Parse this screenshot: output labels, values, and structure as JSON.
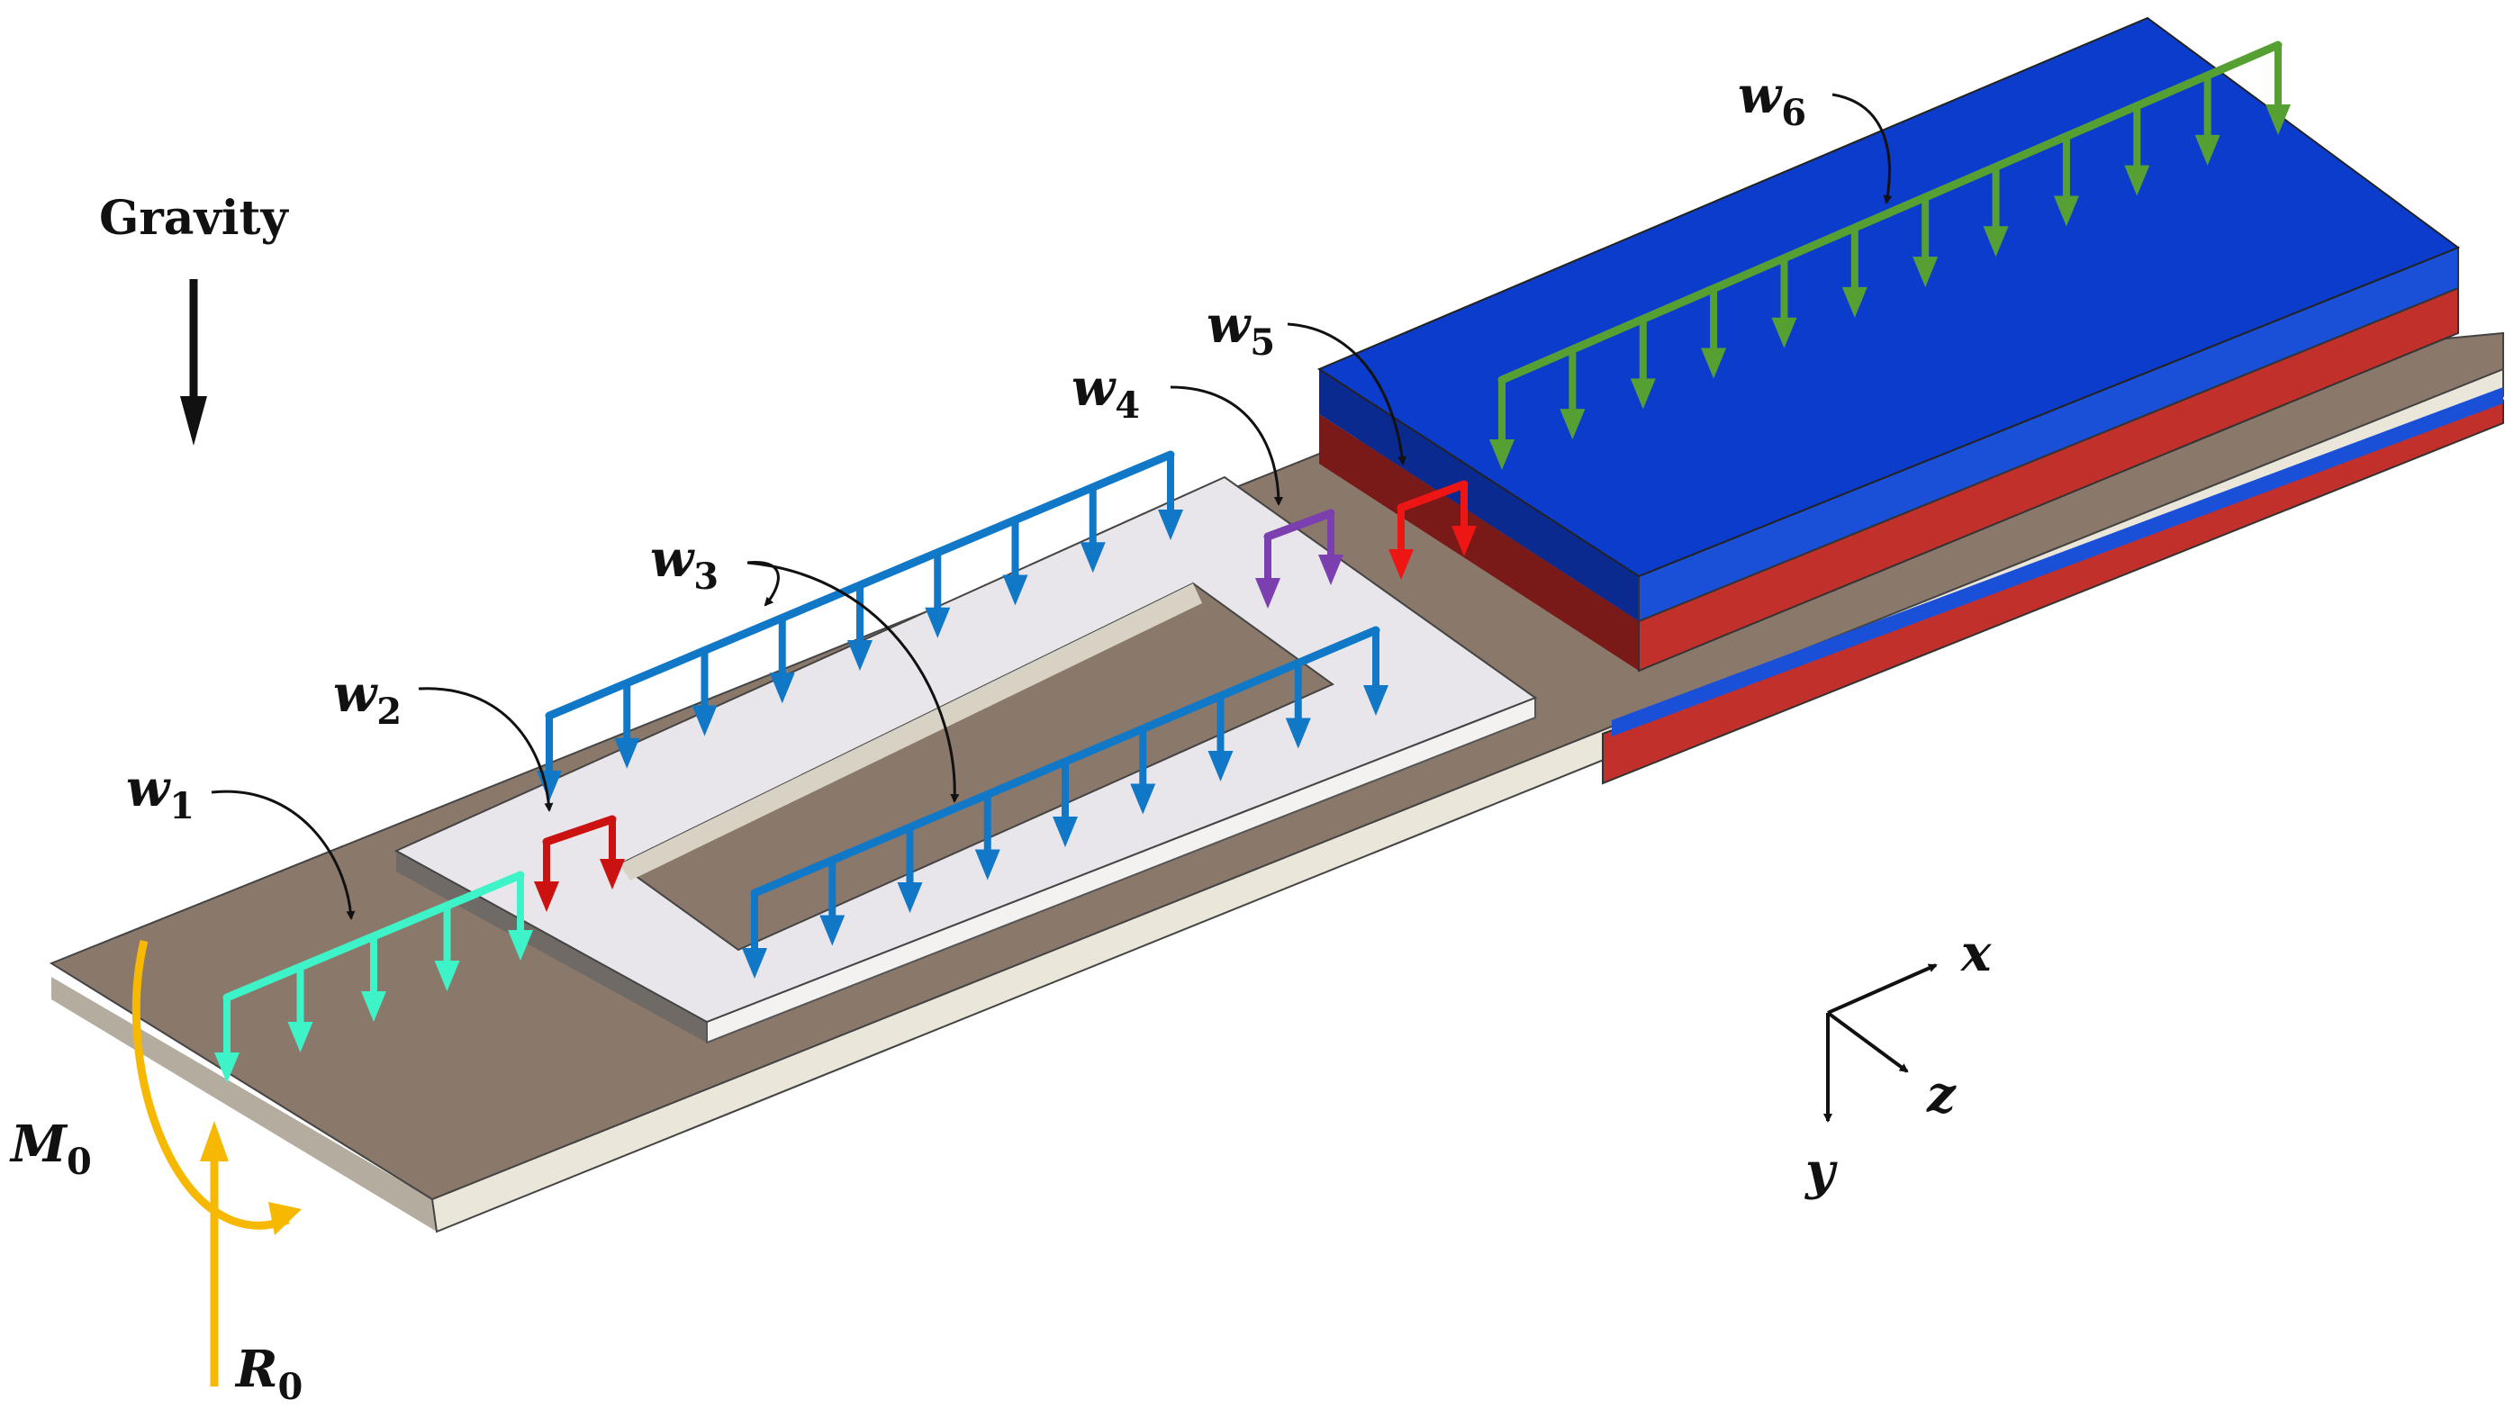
{
  "gravity_label": "Gravity",
  "loads": {
    "w1": {
      "sym": "w",
      "sub": "1",
      "color": "#3ff3c8"
    },
    "w2": {
      "sym": "w",
      "sub": "2",
      "color": "#cc1111"
    },
    "w3": {
      "sym": "w",
      "sub": "3",
      "color": "#1178c8"
    },
    "w4": {
      "sym": "w",
      "sub": "4",
      "color": "#7b3fb0"
    },
    "w5": {
      "sym": "w",
      "sub": "5",
      "color": "#ee1515"
    },
    "w6": {
      "sym": "w",
      "sub": "6",
      "color": "#56a033"
    }
  },
  "moment": {
    "sym": "M",
    "sub": "0",
    "color": "#f6b800"
  },
  "reaction": {
    "sym": "R",
    "sub": "0",
    "color": "#f6b800"
  },
  "axes": {
    "x": "x",
    "y": "y",
    "z": "z"
  },
  "colors": {
    "beam_top": "#8a786a",
    "beam_side": "#ebe6da",
    "plate": "#e8e6ea",
    "blue_layer": "#0c3ccc",
    "red_layer": "#c2302c"
  }
}
